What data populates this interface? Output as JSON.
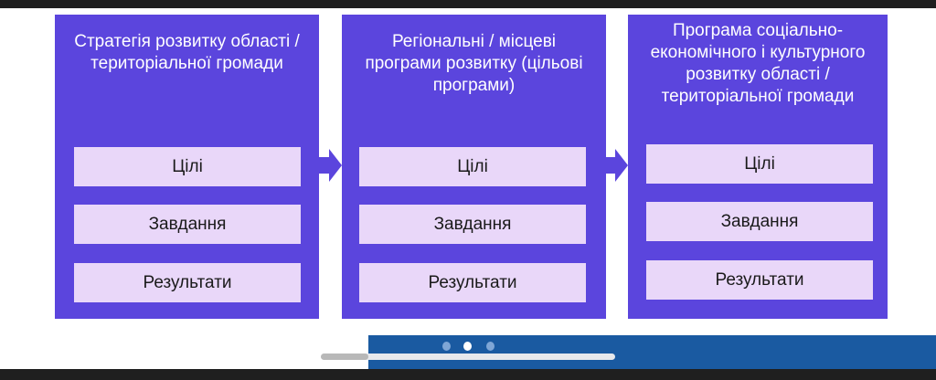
{
  "columns": [
    {
      "title": "Стратегія розвитку області / територіальної громади",
      "items": [
        "Цілі",
        "Завдання",
        "Результати"
      ]
    },
    {
      "title": "Регіональні / місцеві програми розвитку (цільові програми)",
      "items": [
        "Цілі",
        "Завдання",
        "Результати"
      ]
    },
    {
      "title": "Програма соціально-економічного і культурного розвитку області / територіальної громади",
      "items": [
        "Цілі",
        "Завдання",
        "Результати"
      ]
    }
  ],
  "carousel": {
    "page_count": 3,
    "active_page": 2
  },
  "colors": {
    "box": "#5b45dd",
    "item": "#e9d7f9",
    "footer": "#1a5aa1"
  }
}
